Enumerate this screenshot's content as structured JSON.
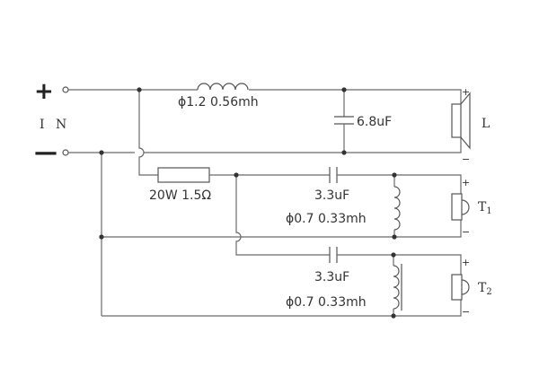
{
  "input": {
    "plus": "+",
    "minus": "—",
    "label": "I N"
  },
  "components": {
    "inductor_main": "ϕ1.2  0.56mh",
    "cap_main": "6.8uF",
    "resistor": "20W  1.5Ω",
    "cap_t1": "3.3uF",
    "inductor_t1": "ϕ0.7  0.33mh",
    "cap_t2": "3.3uF",
    "inductor_t2": "ϕ0.7  0.33mh"
  },
  "speakers": {
    "l": {
      "label": "L",
      "plus": "+",
      "minus": "−"
    },
    "t1": {
      "label": "T",
      "sub": "1",
      "plus": "+",
      "minus": "−"
    },
    "t2": {
      "label": "T",
      "sub": "2",
      "plus": "+",
      "minus": "−"
    }
  }
}
